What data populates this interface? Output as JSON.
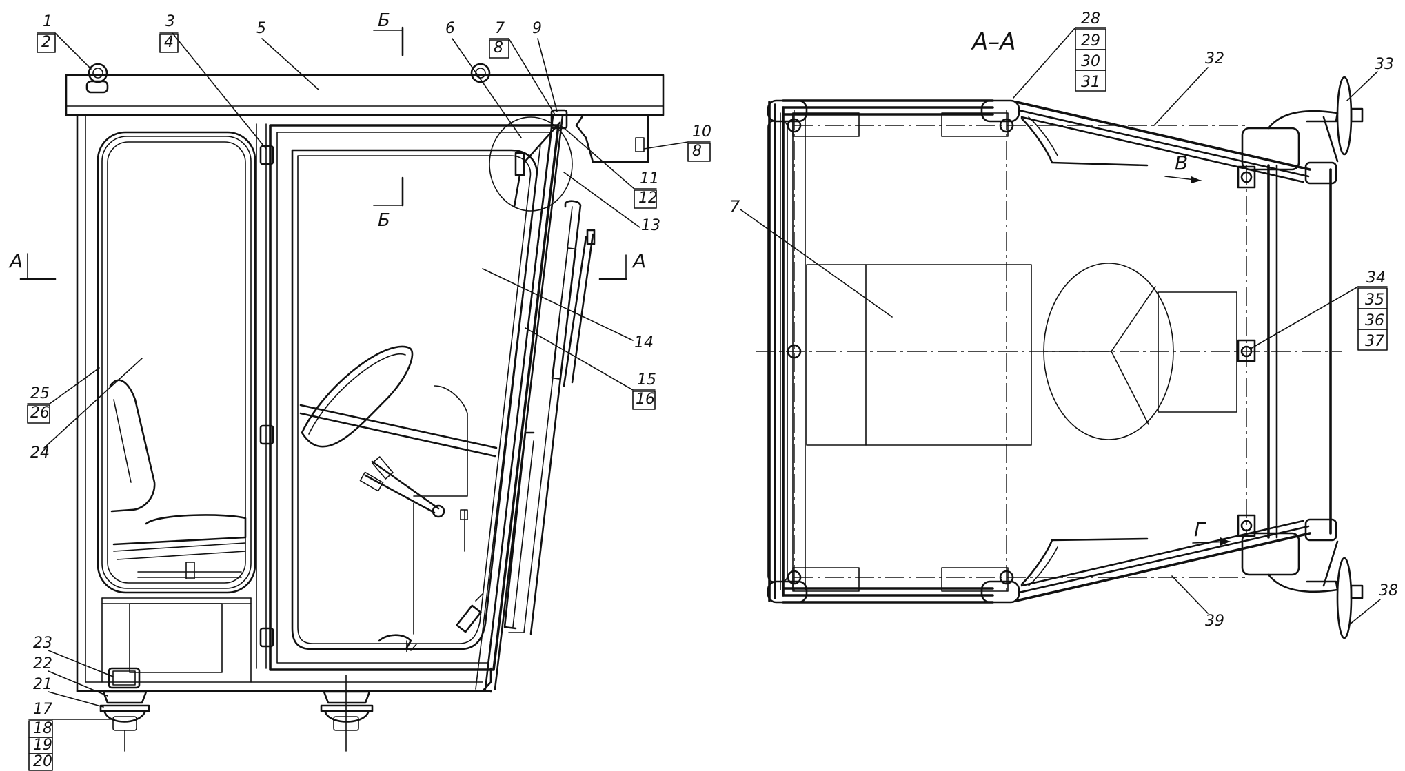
{
  "drawing": {
    "section_label": "А–А",
    "callouts": {
      "c1": "1",
      "c2": "2",
      "c3": "3",
      "c4": "4",
      "c5": "5",
      "c6": "6",
      "c7": "7",
      "c8": "8",
      "c9": "9",
      "c10": "10",
      "c11": "11",
      "c12": "12",
      "c13": "13",
      "c14": "14",
      "c15": "15",
      "c16": "16",
      "c17": "17",
      "c18": "18",
      "c19": "19",
      "c20": "20",
      "c21": "21",
      "c22": "22",
      "c23": "23",
      "c24": "24",
      "c25": "25",
      "c26": "26",
      "c28": "28",
      "c29": "29",
      "c30": "30",
      "c31": "31",
      "c32": "32",
      "c33": "33",
      "c34": "34",
      "c35": "35",
      "c36": "36",
      "c37": "37",
      "c38": "38",
      "c39": "39"
    },
    "view_marks": {
      "b": "Б",
      "a": "А",
      "v": "В",
      "g": "Г"
    }
  }
}
